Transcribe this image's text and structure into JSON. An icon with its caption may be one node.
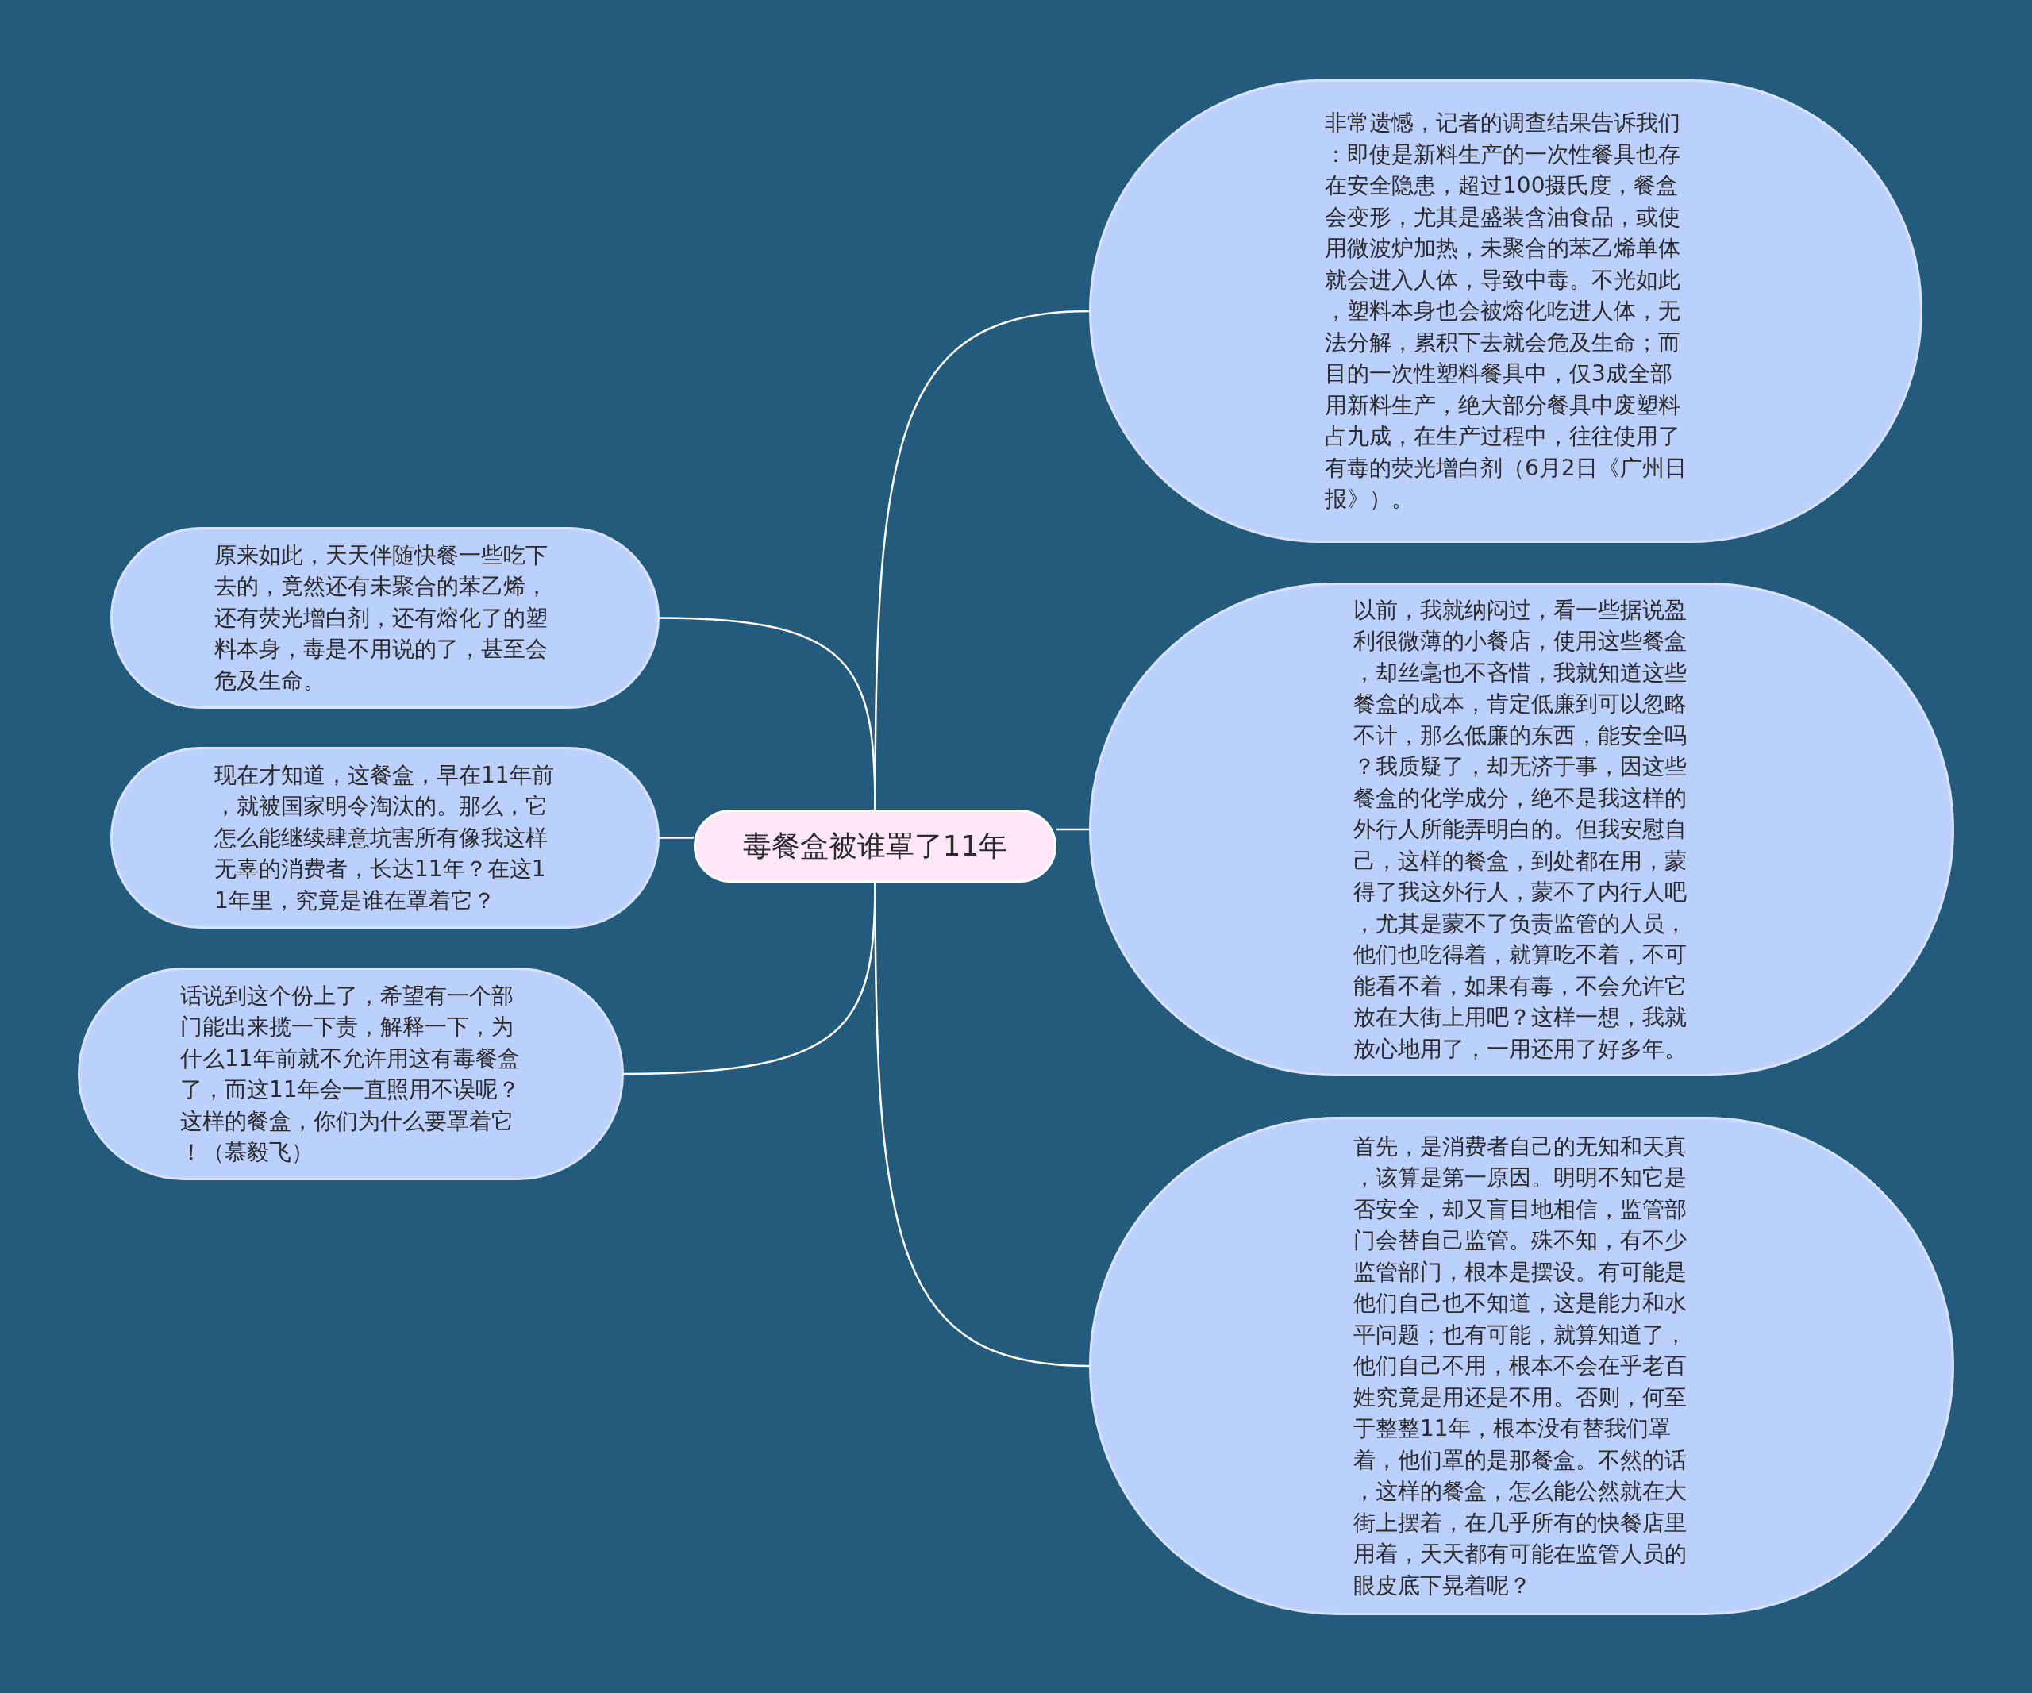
{
  "diagram": {
    "nodes": [
      {
        "text": [
          "毒餐盒被谁罩了11年"
        ]
      },
      {
        "text": [
          "非常遗憾，记者的调查结果告诉我们：即使是新料生产的一次性餐具也存在安全隐患，超过100摄氏度，餐盒会变形，尤其是盛装含油食品，或使用微波炉加热，未聚合的苯乙烯单体就会进入人体，导致中毒。不光如此，塑料本身也会被熔化吃进人体，无法分解，累积下去就会危及生命；而目的一次性塑料餐具中，仅3成全部用新料生产，绝大部分餐具中废塑料占九成，在生产过程中，往往使用了有毒的荧光增白剂（6月2日《广州日报》）。"
        ]
      },
      {
        "text": [
          "以前，我就纳闷过，看一些据说盈利很微薄的小餐店，使用这些餐盒，却丝毫也不吝惜，我就知道这些餐盒的成本，肯定低廉到可以忽略不计，那么低廉的东西，能安全吗？我质疑了，却无济于事，因这些餐盒的化学成分，绝不是我这样的外行人所能弄明白的。但我安慰自己，这样的餐盒，到处都在用，蒙得了我这外行人，蒙不了内行人吧，尤其是蒙不了负责监管的人员，他们也吃得着，就算吃不着，不可能看不着，如果有毒，不会允许它放在大街上用吧？这样一想，我就放心地用了，一用还用了好多年。"
        ]
      },
      {
        "text": [
          "首先，是消费者自己的无知和天真，该算是第一原因。明明不知它是否安全，却又盲目地相信，监管部门会替自己监管。殊不知，有不少监管部门，根本是摆设。有可能是他们自己也不知道，这是能力和水平问题；也有可能，就算知道了，他们自己不用，根本不会在乎老百姓究竟是用还是不用。否则，何至于整整11年，根本没有替我们罩着，他们罩的是那餐盒。不然的话，这样的餐盒，怎么能公然就在大街上摆着，在几乎所有的快餐店里用着，天天都有可能在监管人员的眼皮底下晃着呢？"
        ]
      },
      {
        "text": [
          "原来如此，天天伴随快餐一些吃下去的，竟然还有未聚合的苯乙烯，还有荧光增白剂，还有熔化了的塑料本身，毒是不用说的了，甚至会危及生命。"
        ]
      },
      {
        "text": [
          "现在才知道，这餐盒，早在11年前，就被国家明令淘汰的。那么，它怎么能继续肆意坑害所有像我这样无辜的消费者，长达11年？在这11年里，究竟是谁在罩着它？"
        ]
      },
      {
        "text": [
          "话说到这个份上了，希望有一个部门能出来揽一下责，解释一下，为什么11年前就不允许用这有毒餐盒了，而这11年会一直照用不误呢？这样的餐盒，你们为什么要罩着它！（慕毅飞）"
        ]
      }
    ],
    "edges": [
      {
        "from": 0,
        "to": 1,
        "arrow": "none"
      },
      {
        "from": 0,
        "to": 2,
        "arrow": "none"
      },
      {
        "from": 0,
        "to": 3,
        "arrow": "none"
      },
      {
        "from": 0,
        "to": 4,
        "arrow": "none"
      },
      {
        "from": 0,
        "to": 5,
        "arrow": "none"
      },
      {
        "from": 0,
        "to": 6,
        "arrow": "none"
      }
    ]
  }
}
